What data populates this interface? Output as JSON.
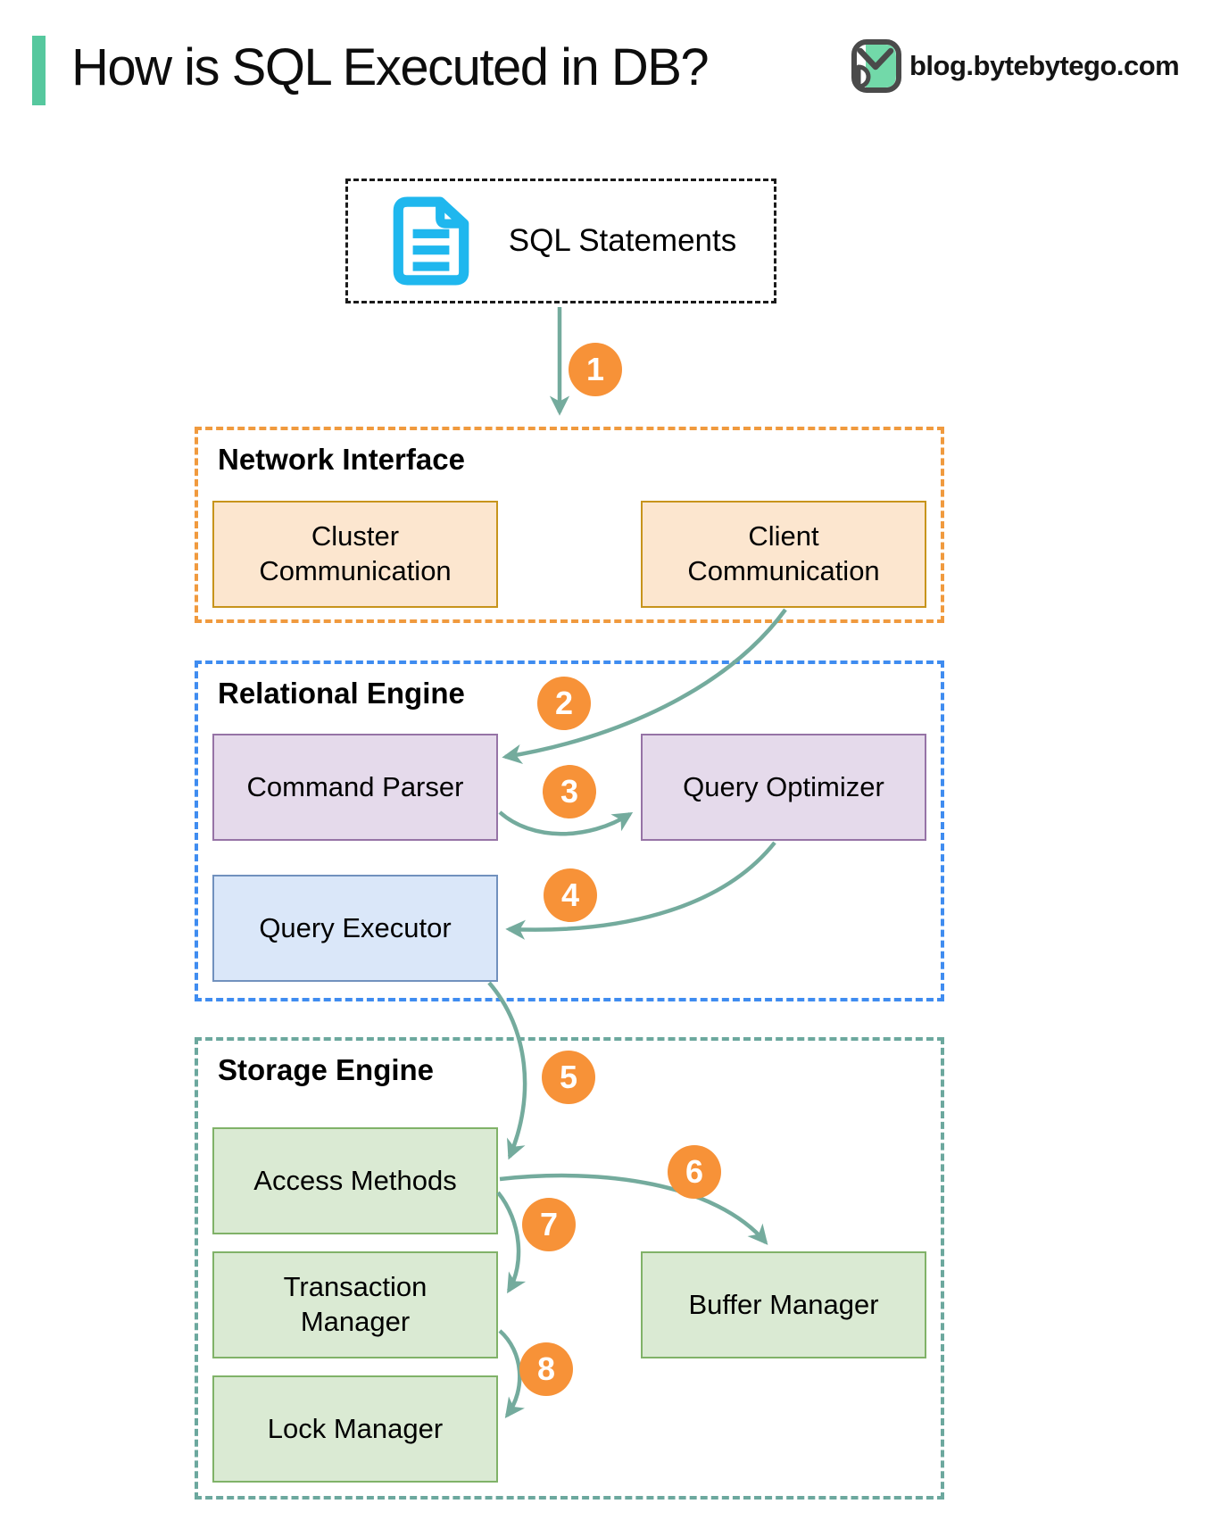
{
  "header": {
    "title": "How is SQL Executed in DB?",
    "accent_bar_color": "#56C89E",
    "brand": {
      "logo_icon": "bytebytego-bird-logo",
      "logo_colors": {
        "outline": "#4A4A4A",
        "fill": "#72D9A9"
      },
      "text": "blog.bytebytego.com"
    }
  },
  "diagram": {
    "source": {
      "label": "SQL Statements",
      "icon": "sql-document-icon",
      "icon_color": "#1FB7EE",
      "border_style": "black dashed"
    },
    "containers": [
      {
        "id": "network-interface",
        "label": "Network Interface",
        "border_color": "#F09A3E",
        "boxes": [
          {
            "label": "Cluster Communication",
            "fill": "#FCE6CF",
            "stroke": "#C7941C"
          },
          {
            "label": "Client Communication",
            "fill": "#FCE6CF",
            "stroke": "#C7941C"
          }
        ]
      },
      {
        "id": "relational-engine",
        "label": "Relational Engine",
        "border_color": "#3F8CF0",
        "boxes": [
          {
            "label": "Command Parser",
            "fill": "#E5DAEB",
            "stroke": "#9673A6"
          },
          {
            "label": "Query Optimizer",
            "fill": "#E5DAEB",
            "stroke": "#9673A6"
          },
          {
            "label": "Query Executor",
            "fill": "#DAE7F9",
            "stroke": "#7191BE"
          }
        ]
      },
      {
        "id": "storage-engine",
        "label": "Storage Engine",
        "border_color": "#6CA89E",
        "boxes": [
          {
            "label": "Access Methods",
            "fill": "#DAEAD3",
            "stroke": "#80B268"
          },
          {
            "label": "Transaction Manager",
            "fill": "#DAEAD3",
            "stroke": "#80B268"
          },
          {
            "label": "Lock Manager",
            "fill": "#DAEAD3",
            "stroke": "#80B268"
          },
          {
            "label": "Buffer Manager",
            "fill": "#DAEAD3",
            "stroke": "#80B268"
          }
        ]
      }
    ],
    "steps": [
      {
        "number": "1",
        "from": "SQL Statements",
        "to": "Network Interface"
      },
      {
        "number": "2",
        "from": "Client Communication",
        "to": "Command Parser"
      },
      {
        "number": "3",
        "from": "Command Parser",
        "to": "Query Optimizer"
      },
      {
        "number": "4",
        "from": "Query Optimizer",
        "to": "Query Executor"
      },
      {
        "number": "5",
        "from": "Query Executor",
        "to": "Access Methods"
      },
      {
        "number": "6",
        "from": "Access Methods",
        "to": "Buffer Manager"
      },
      {
        "number": "7",
        "from": "Access Methods",
        "to": "Transaction Manager"
      },
      {
        "number": "8",
        "from": "Transaction Manager",
        "to": "Lock Manager"
      }
    ],
    "colors": {
      "arrow": "#74AB9D",
      "step_badge": "#F79238",
      "step_text": "#FFFFFF"
    }
  }
}
